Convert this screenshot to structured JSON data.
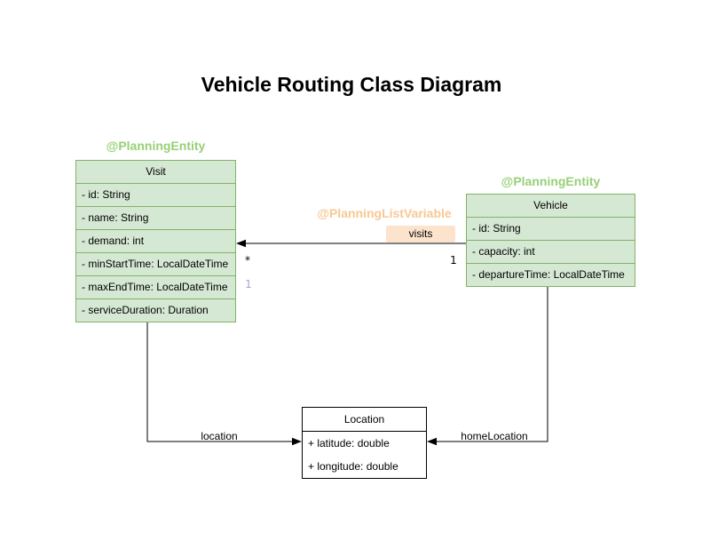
{
  "title": "Vehicle Routing Class Diagram",
  "colors": {
    "class_fill": "#d5e8d4",
    "class_border": "#82b366",
    "location_border": "#000000",
    "entity_annotation_color": "#97d077",
    "list_annotation_color": "#f8c893",
    "visits_fill": "#fce3cc",
    "index_color": "#b0a1cb",
    "line_color": "#000000"
  },
  "classes": {
    "visit": {
      "annotation": "@PlanningEntity",
      "name": "Visit",
      "attributes": [
        "- id: String",
        "- name: String",
        "- demand: int",
        "- minStartTime: LocalDateTime",
        "- maxEndTime: LocalDateTime",
        "- serviceDuration: Duration"
      ]
    },
    "vehicle": {
      "annotation": "@PlanningEntity",
      "name": "Vehicle",
      "attributes": [
        "- id: String",
        "- capacity: int",
        "- departureTime: LocalDateTime"
      ]
    },
    "location": {
      "name": "Location",
      "attributes": [
        "+ latitude: double",
        "+ longitude: double"
      ]
    }
  },
  "relationships": {
    "visits": {
      "annotation": "@PlanningListVariable",
      "label": "visits",
      "target_multiplicity": "*",
      "source_multiplicity": "1",
      "index_label": "1"
    },
    "visit_location": {
      "label": "location"
    },
    "vehicle_home_location": {
      "label": "homeLocation"
    }
  }
}
